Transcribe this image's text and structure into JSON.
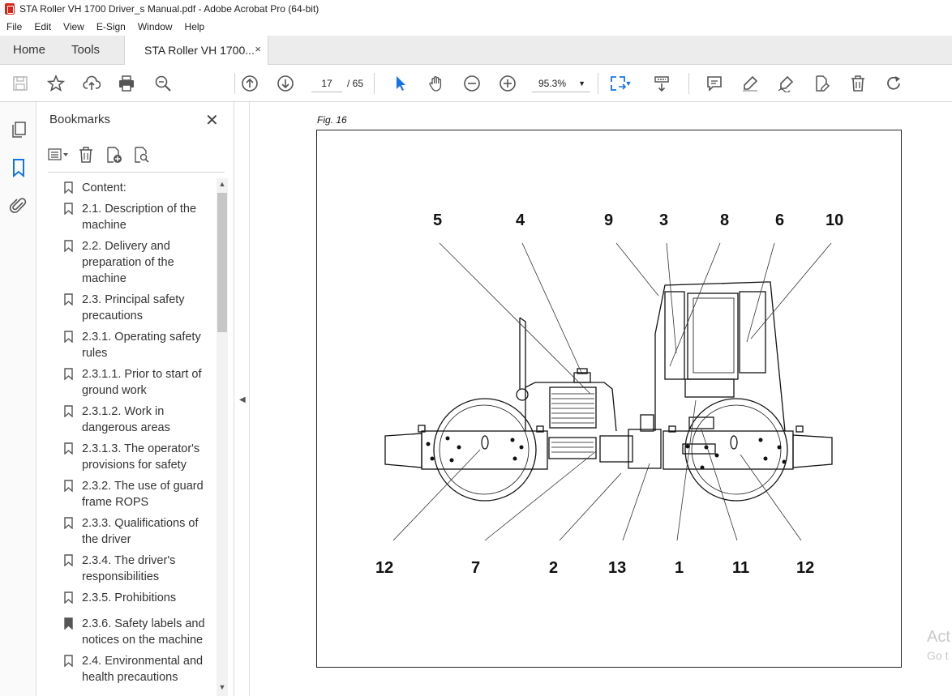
{
  "window": {
    "title": "STA Roller VH 1700 Driver_s Manual.pdf - Adobe Acrobat Pro (64-bit)"
  },
  "menu": [
    "File",
    "Edit",
    "View",
    "E-Sign",
    "Window",
    "Help"
  ],
  "tabs": {
    "home": "Home",
    "tools": "Tools",
    "doc": "STA Roller VH 1700...",
    "close": "×"
  },
  "toolbar": {
    "page_current": "17",
    "page_total": "/ 65",
    "zoom": "95.3%"
  },
  "bookmarks": {
    "title": "Bookmarks",
    "close": "✕",
    "items": [
      "Content:",
      "2.1. Description of the machine",
      "2.2. Delivery and preparation of the machine",
      "2.3. Principal safety precautions",
      "2.3.1. Operating safety rules",
      "2.3.1.1. Prior to start of ground work",
      "2.3.1.2. Work in dangerous areas",
      "2.3.1.3. The operator's provisions for safety",
      "2.3.2. The use of guard frame ROPS",
      "2.3.3. Qualifications of the driver",
      "2.3.4. The driver's responsibilities",
      "2.3.5. Prohibitions",
      "2.3.6. Safety labels and notices on the machine",
      "2.4. Environmental and health precautions"
    ]
  },
  "figure": {
    "label": "Fig. 16",
    "top_numbers": [
      "5",
      "4",
      "9",
      "3",
      "8",
      "6",
      "10"
    ],
    "bottom_numbers": [
      "12",
      "7",
      "2",
      "13",
      "1",
      "11",
      "12"
    ]
  },
  "watermark": {
    "line1": "Act",
    "line2": "Go t"
  }
}
